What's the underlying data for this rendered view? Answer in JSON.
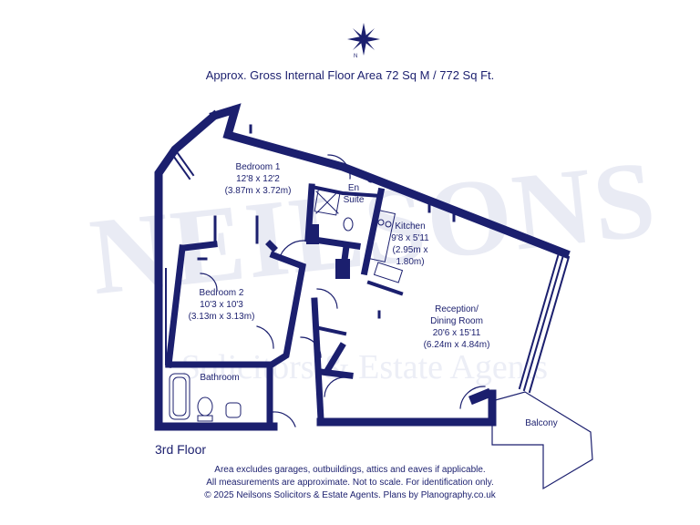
{
  "header": {
    "area_text": "Approx. Gross Internal Floor Area 72 Sq M / 772 Sq Ft."
  },
  "floor": {
    "label": "3rd Floor"
  },
  "rooms": [
    {
      "name": "Bedroom 1",
      "imperial": "12'8 x 12'2",
      "metric": "(3.87m x 3.72m)"
    },
    {
      "name": "Bedroom 2",
      "imperial": "10'3 x 10'3",
      "metric": "(3.13m x 3.13m)"
    },
    {
      "name": "Kitchen",
      "imperial": "9'8 x 5'11",
      "metric_line1": "(2.95m x",
      "metric_line2": "1.80m)"
    },
    {
      "name": "Reception/",
      "name_line2": "Dining Room",
      "imperial": "20'6 x 15'11",
      "metric": "(6.24m x 4.84m)"
    },
    {
      "name": "En",
      "name_line2": "Suite"
    },
    {
      "name": "Bathroom"
    },
    {
      "name": "Balcony"
    }
  ],
  "compass": {
    "north_label": "N"
  },
  "watermark": {
    "logo_text": "NEILSONS",
    "tagline": "Solicitors & Estate Agents"
  },
  "footer": {
    "line1": "Area excludes garages, outbuildings, attics and eaves if applicable.",
    "line2": "All measurements are approximate. Not to scale. For identification only.",
    "line3": "© 2025 Neilsons Solicitors & Estate Agents. Plans by Planography.co.uk"
  },
  "colors": {
    "wall": "#1b1f6e",
    "text": "#1b1f6e",
    "watermark": "#e7e9f3"
  }
}
